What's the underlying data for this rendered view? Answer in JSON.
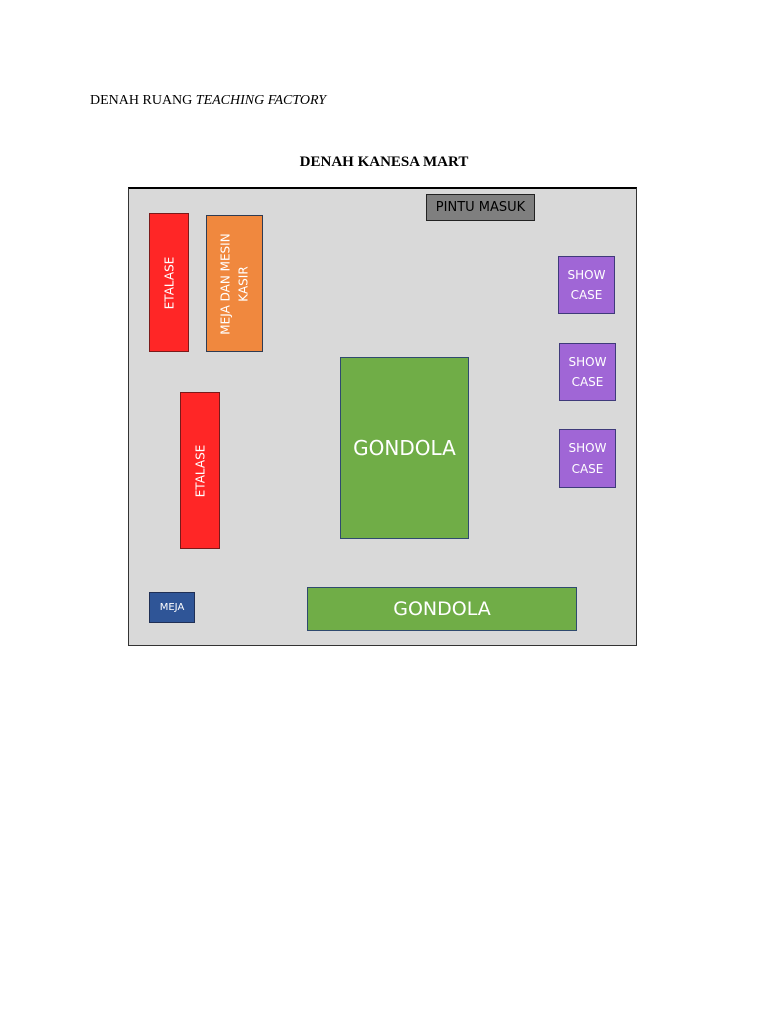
{
  "heading": {
    "prefix": "DENAH RUANG ",
    "italic": "TEACHING FACTORY"
  },
  "title": "DENAH KANESA MART",
  "floorplan": {
    "door": "PINTU MASUK",
    "etalase_top": "ETALASE",
    "kasir_line1": "MEJA DAN MESIN",
    "kasir_line2": "KASIR",
    "etalase_bottom": "ETALASE",
    "show_cases": [
      {
        "line1": "SHOW",
        "line2": "CASE"
      },
      {
        "line1": "SHOW",
        "line2": "CASE"
      },
      {
        "line1": "SHOW",
        "line2": "CASE"
      }
    ],
    "gondola_center": "GONDOLA",
    "gondola_bottom": "GONDOLA",
    "meja": "MEJA"
  },
  "colors": {
    "floor": "#d9d9d9",
    "etalase": "#ff2626",
    "kasir": "#f0883e",
    "door": "#7f7f7f",
    "show_case": "#a066d6",
    "gondola": "#70ad47",
    "meja": "#2f5597"
  }
}
